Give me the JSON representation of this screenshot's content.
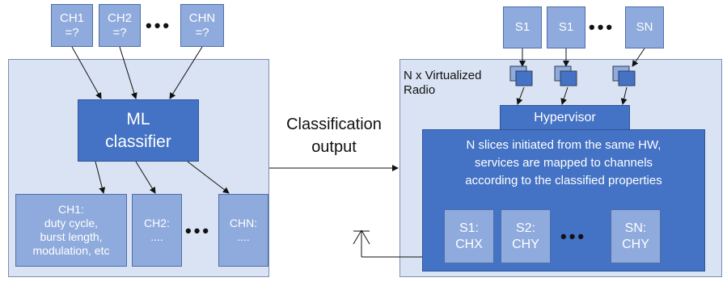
{
  "left": {
    "channels_top": [
      {
        "name": "CH1",
        "value": "=?"
      },
      {
        "name": "CH2",
        "value": "=?"
      },
      {
        "name": "CHN",
        "value": "=?"
      }
    ],
    "top_dots": "•••",
    "classifier": {
      "line1": "ML",
      "line2": "classifier"
    },
    "outputs": [
      {
        "lines": [
          "CH1:",
          "duty cycle,",
          "burst length,",
          "modulation, etc"
        ]
      },
      {
        "lines": [
          "CH2:",
          "...."
        ]
      },
      {
        "lines": [
          "CHN:",
          "...."
        ]
      }
    ],
    "bottom_dots": "•••"
  },
  "middle": {
    "line1": "Classification",
    "line2": "output"
  },
  "right": {
    "slices_top": [
      "S1",
      "S1",
      "SN"
    ],
    "top_dots": "•••",
    "virt_label": {
      "line1": "N x Virtualized",
      "line2": "Radio"
    },
    "hypervisor": "Hypervisor",
    "main_text": [
      "N slices initiated from the same HW,",
      "services are mapped to channels",
      "according to the classified properties"
    ],
    "slice_boxes": [
      {
        "name": "S1:",
        "channel": "CHX"
      },
      {
        "name": "S2:",
        "channel": "CHY"
      },
      {
        "name": "SN:",
        "channel": "CHY"
      }
    ],
    "bottom_dots": "•••"
  },
  "colors": {
    "panel_bg": "#dae3f3",
    "light_box": "#8faadc",
    "dark_box": "#4472c4"
  }
}
